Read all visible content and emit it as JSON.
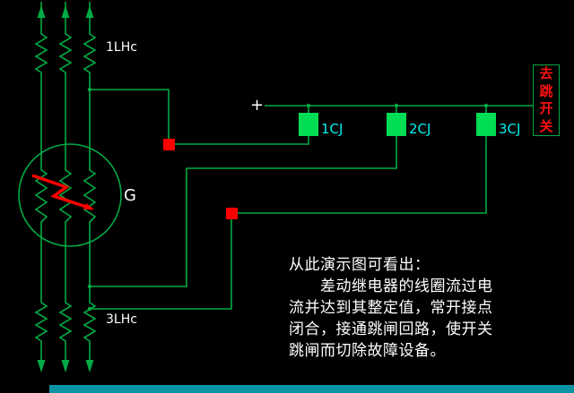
{
  "labels": {
    "top_ct": "1LHc",
    "bottom_ct": "3LHc",
    "generator": "G",
    "plus": "+",
    "relay1": "1CJ",
    "relay2": "2CJ",
    "relay3": "3CJ",
    "trip_chars": [
      "去",
      "跳",
      "开",
      "关"
    ]
  },
  "caption": {
    "lines": [
      "从此演示图可看出：",
      "　　差动继电器的线圈流过电",
      "流并达到其整定值，常开接点",
      "闭合，接通跳闸回路，使开关",
      "跳闸而切除故障设备。"
    ]
  },
  "colors": {
    "background": "#000000",
    "wire": "#00aa44",
    "coil_fill": "#00dd55",
    "contact_red": "#ff0000",
    "label_cyan": "#00f0f0",
    "text_white": "#ffffff",
    "trip_red": "#ff1111",
    "bottom_bar": "#0a93a3"
  }
}
